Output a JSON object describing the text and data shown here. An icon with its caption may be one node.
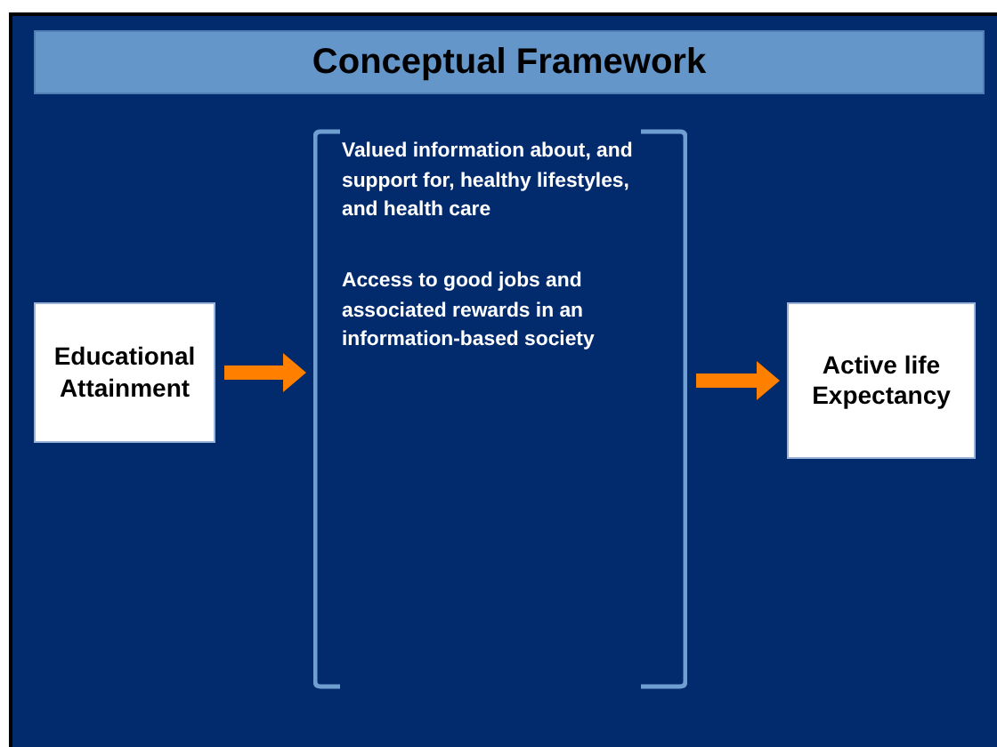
{
  "diagram": {
    "title": "Conceptual Framework",
    "nodes": [
      {
        "text": [
          "Educational Attainment"
        ]
      },
      {
        "text": [
          "Valued information about, and support for, healthy lifestyles, and health care",
          "Access to good jobs and associated rewards in an information-based society"
        ]
      },
      {
        "text": [
          "Active life Expectancy"
        ]
      }
    ],
    "edges": [
      {
        "from": 0,
        "to": 1,
        "arrow": "to"
      },
      {
        "from": 1,
        "to": 2,
        "arrow": "to"
      }
    ]
  }
}
